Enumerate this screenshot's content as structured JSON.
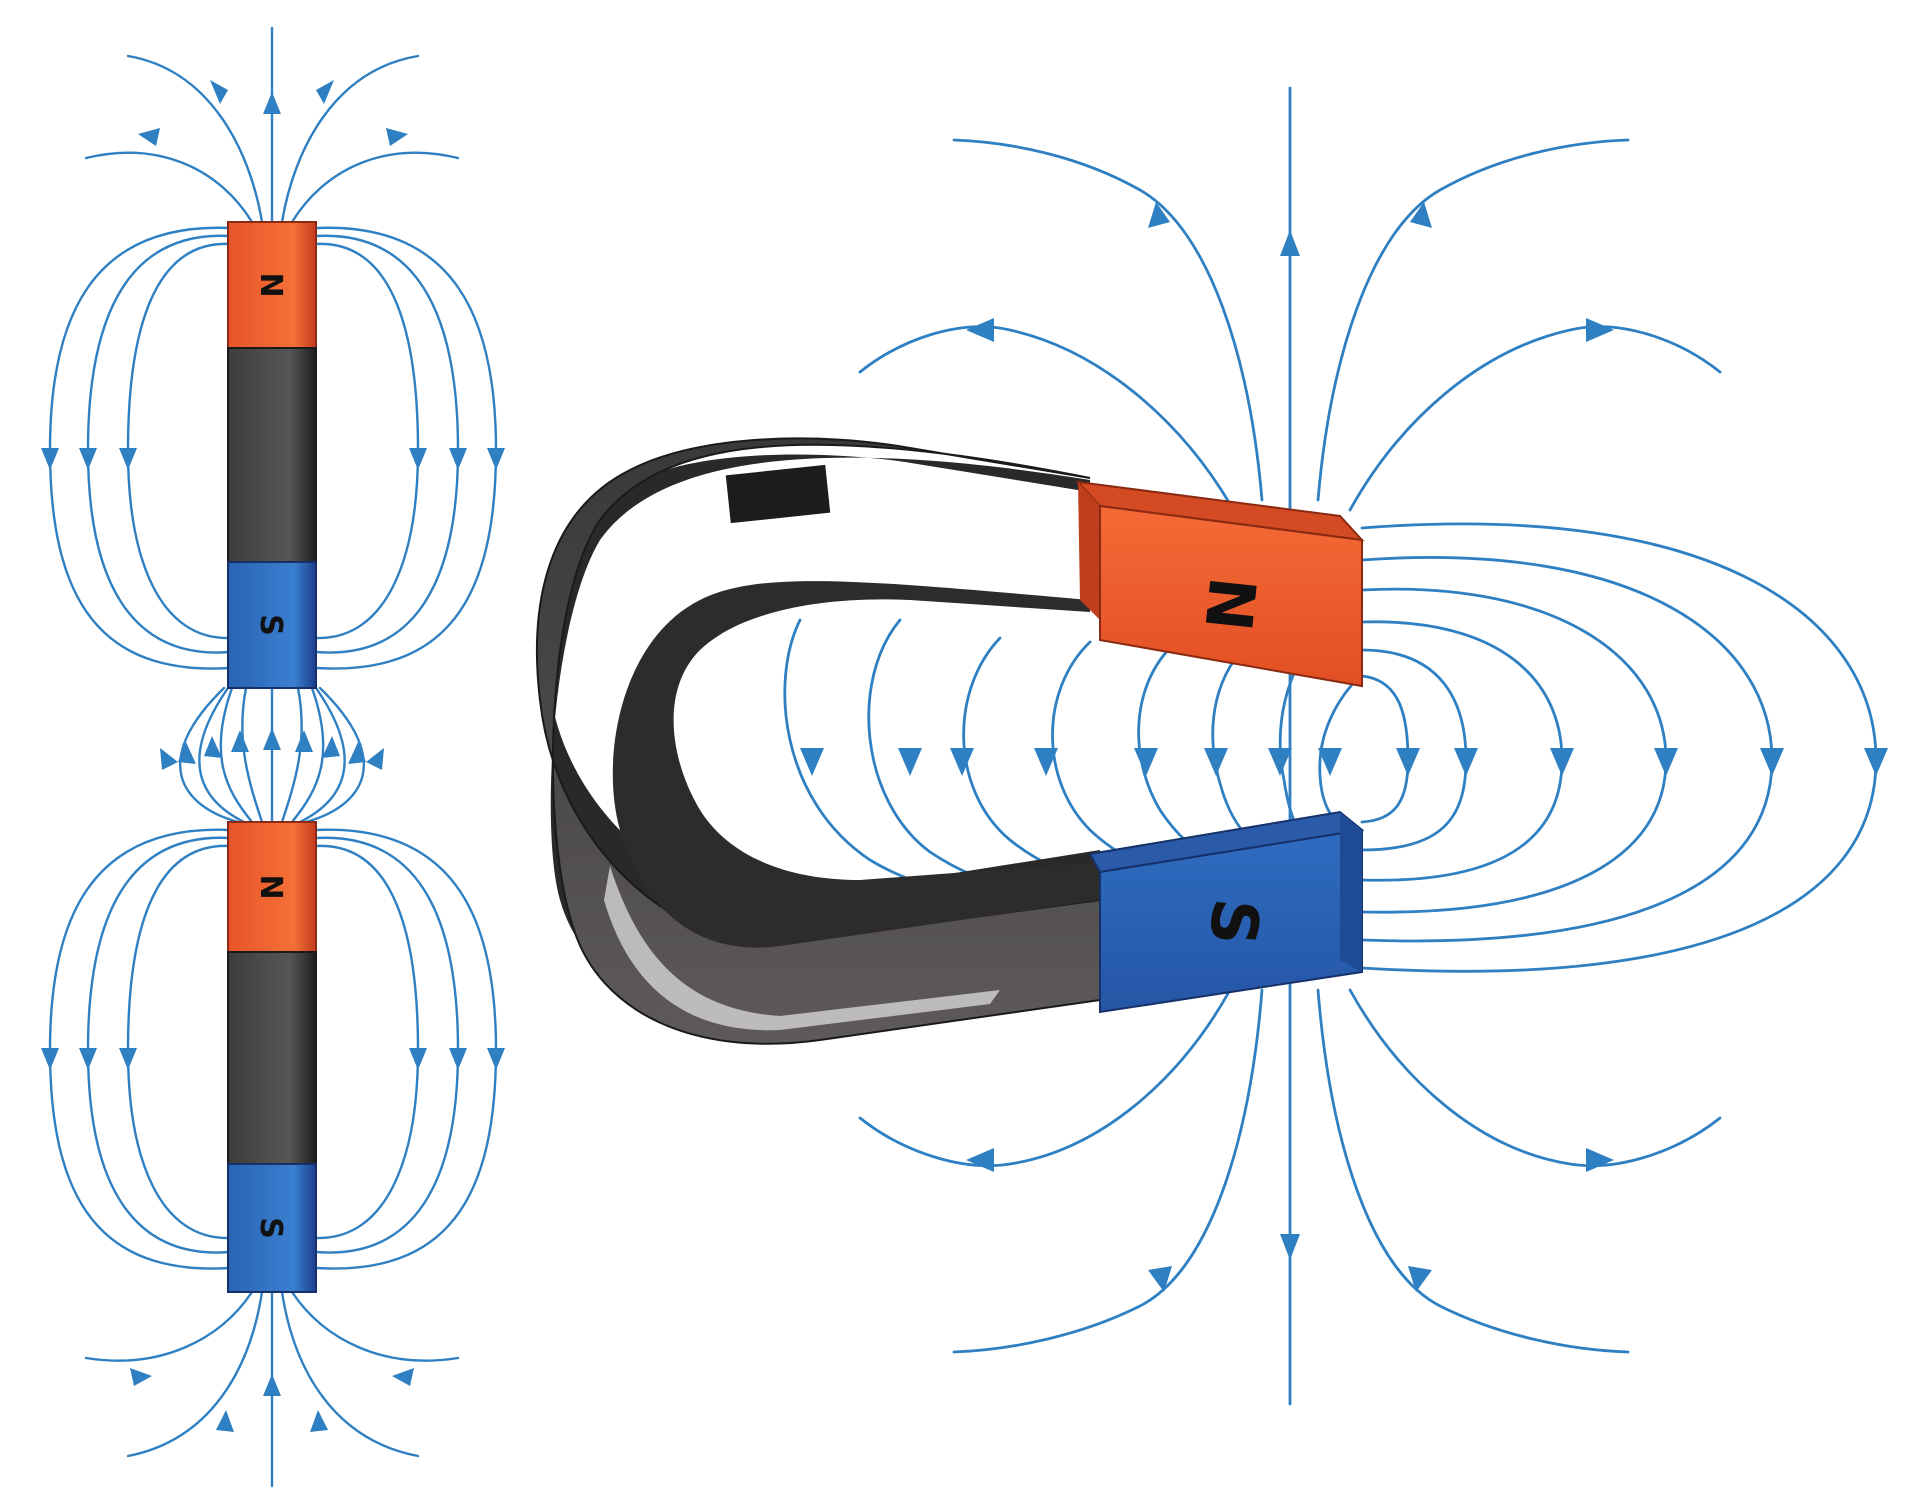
{
  "labels": {
    "bar_top": {
      "north": "N",
      "south": "S"
    },
    "bar_bottom": {
      "north": "N",
      "south": "S"
    },
    "horseshoe": {
      "north": "N",
      "south": "S"
    }
  },
  "colors": {
    "north_pole": "#f0582a",
    "south_pole": "#2e6fc0",
    "magnet_body": "#4a4747",
    "field_line": "#2f80c2"
  },
  "icons": {
    "field_direction": "arrowhead"
  }
}
